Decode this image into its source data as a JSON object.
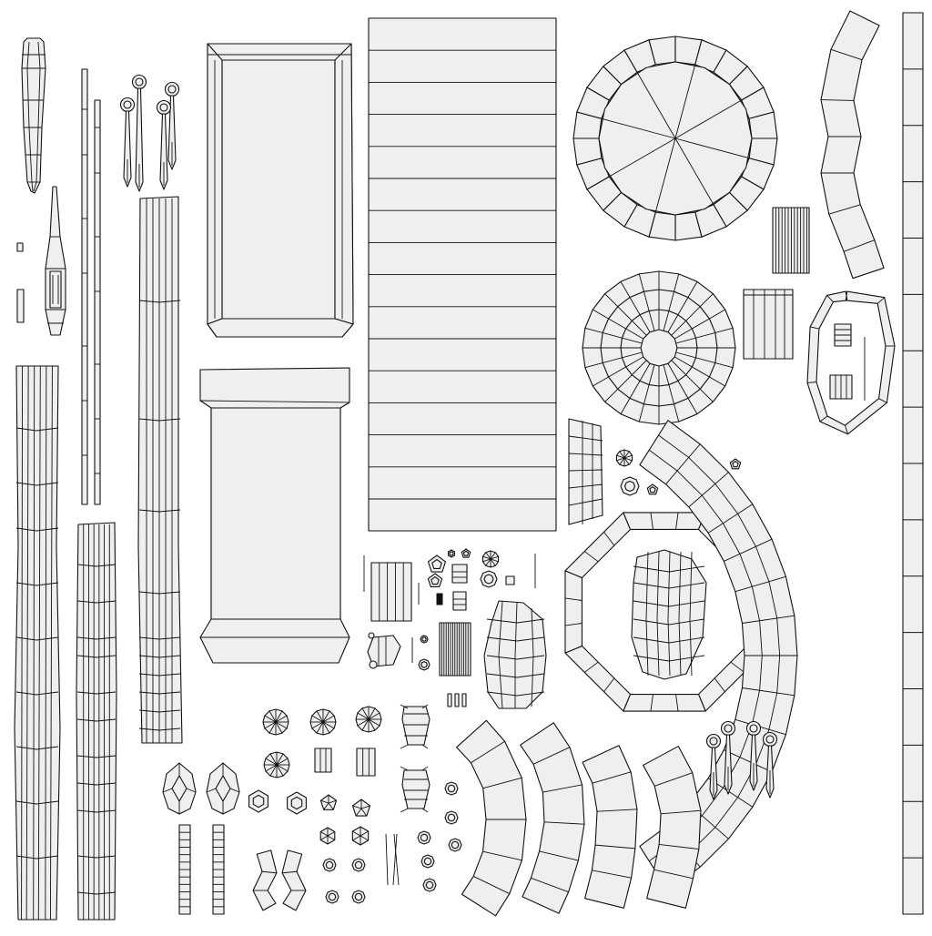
{
  "uv_layout": {
    "colors": {
      "background": "#ffffff",
      "island_fill": "#efefef",
      "edge": "#111111"
    },
    "groups": [
      "tapered-handle-island",
      "blade-island",
      "tall-rail-strips",
      "ring-pin-cluster",
      "bevelled-panel",
      "plank-stack",
      "radial-disc",
      "wave-ribbon",
      "segment-strip",
      "concentric-dome",
      "octagon-frame",
      "arc-ribbon",
      "fan-disc-icons",
      "arc-segments"
    ]
  }
}
